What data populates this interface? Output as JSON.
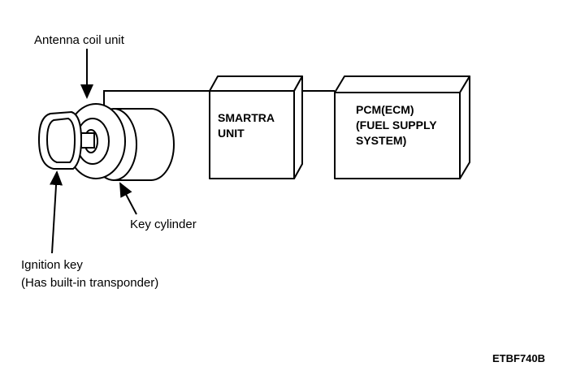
{
  "labels": {
    "antenna_coil_unit": "Antenna coil unit",
    "key_cylinder": "Key cylinder",
    "ignition_key_line1": "Ignition key",
    "ignition_key_line2": "(Has built-in transponder)"
  },
  "boxes": {
    "smartra": {
      "line1": "SMARTRA",
      "line2": "UNIT"
    },
    "pcm": {
      "line1": "PCM(ECM)",
      "line2": "(FUEL SUPPLY",
      "line3": "SYSTEM)"
    }
  },
  "figure_code": "ETBF740B"
}
